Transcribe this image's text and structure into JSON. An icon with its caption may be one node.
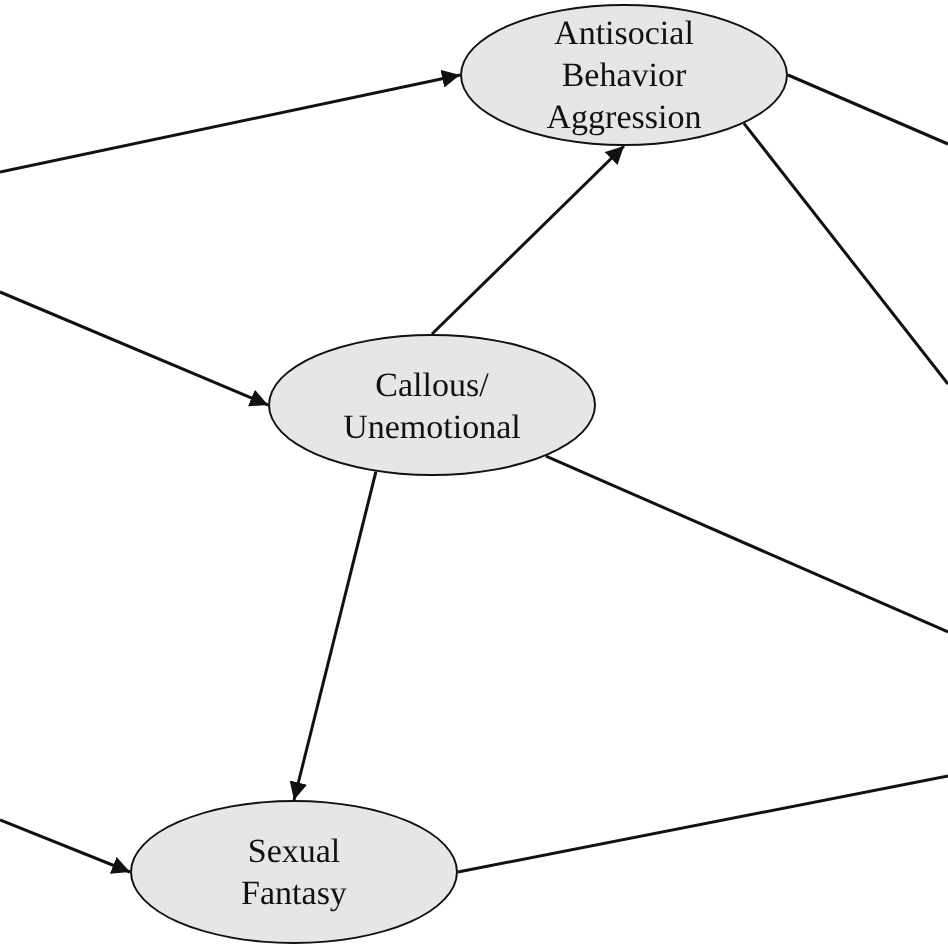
{
  "diagram": {
    "nodes": [
      {
        "text": [
          "Antisocial Behavior Aggression"
        ]
      },
      {
        "text": [
          "Callous/ Unemotional"
        ]
      },
      {
        "text": [
          "Sexual Fantasy"
        ]
      }
    ],
    "edges": [
      {
        "from": null,
        "to": 0,
        "arrow": "to"
      },
      {
        "from": null,
        "to": 1,
        "arrow": "to"
      },
      {
        "from": null,
        "to": 2,
        "arrow": "to"
      },
      {
        "from": 1,
        "to": 0,
        "arrow": "to"
      },
      {
        "from": 1,
        "to": 2,
        "arrow": "to"
      },
      {
        "from": 0,
        "to": null,
        "arrow": "none"
      },
      {
        "from": 0,
        "to": null,
        "arrow": "none"
      },
      {
        "from": 1,
        "to": null,
        "arrow": "none"
      },
      {
        "from": 2,
        "to": null,
        "arrow": "none"
      }
    ]
  }
}
